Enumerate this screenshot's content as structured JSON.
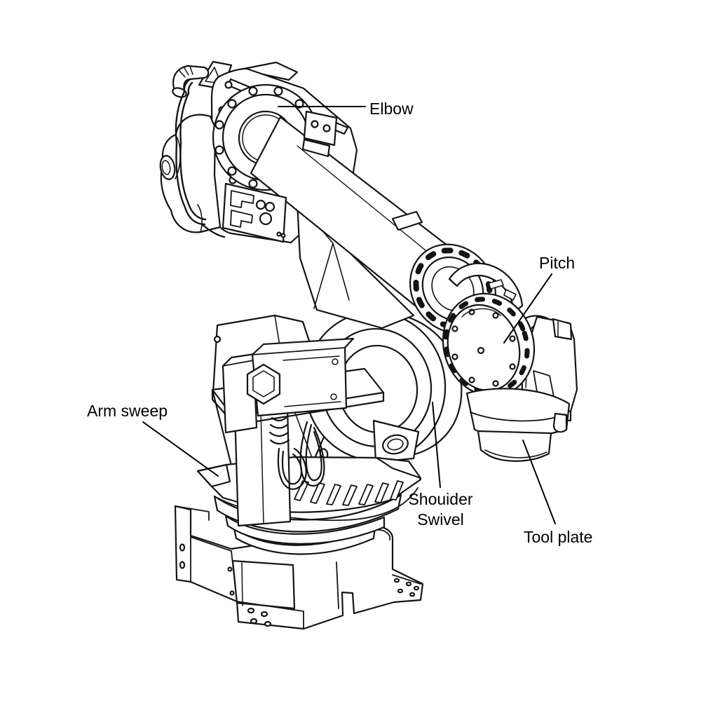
{
  "labels": {
    "elbow": "Elbow",
    "pitch": "Pitch",
    "arm_sweep": "Arm sweep",
    "shoulder_swivel": [
      "Shouider",
      "Swivel"
    ],
    "tool_plate": "Tool plate"
  },
  "colors": {
    "background": "#ffffff",
    "line": "#141414",
    "text": "#000000"
  }
}
